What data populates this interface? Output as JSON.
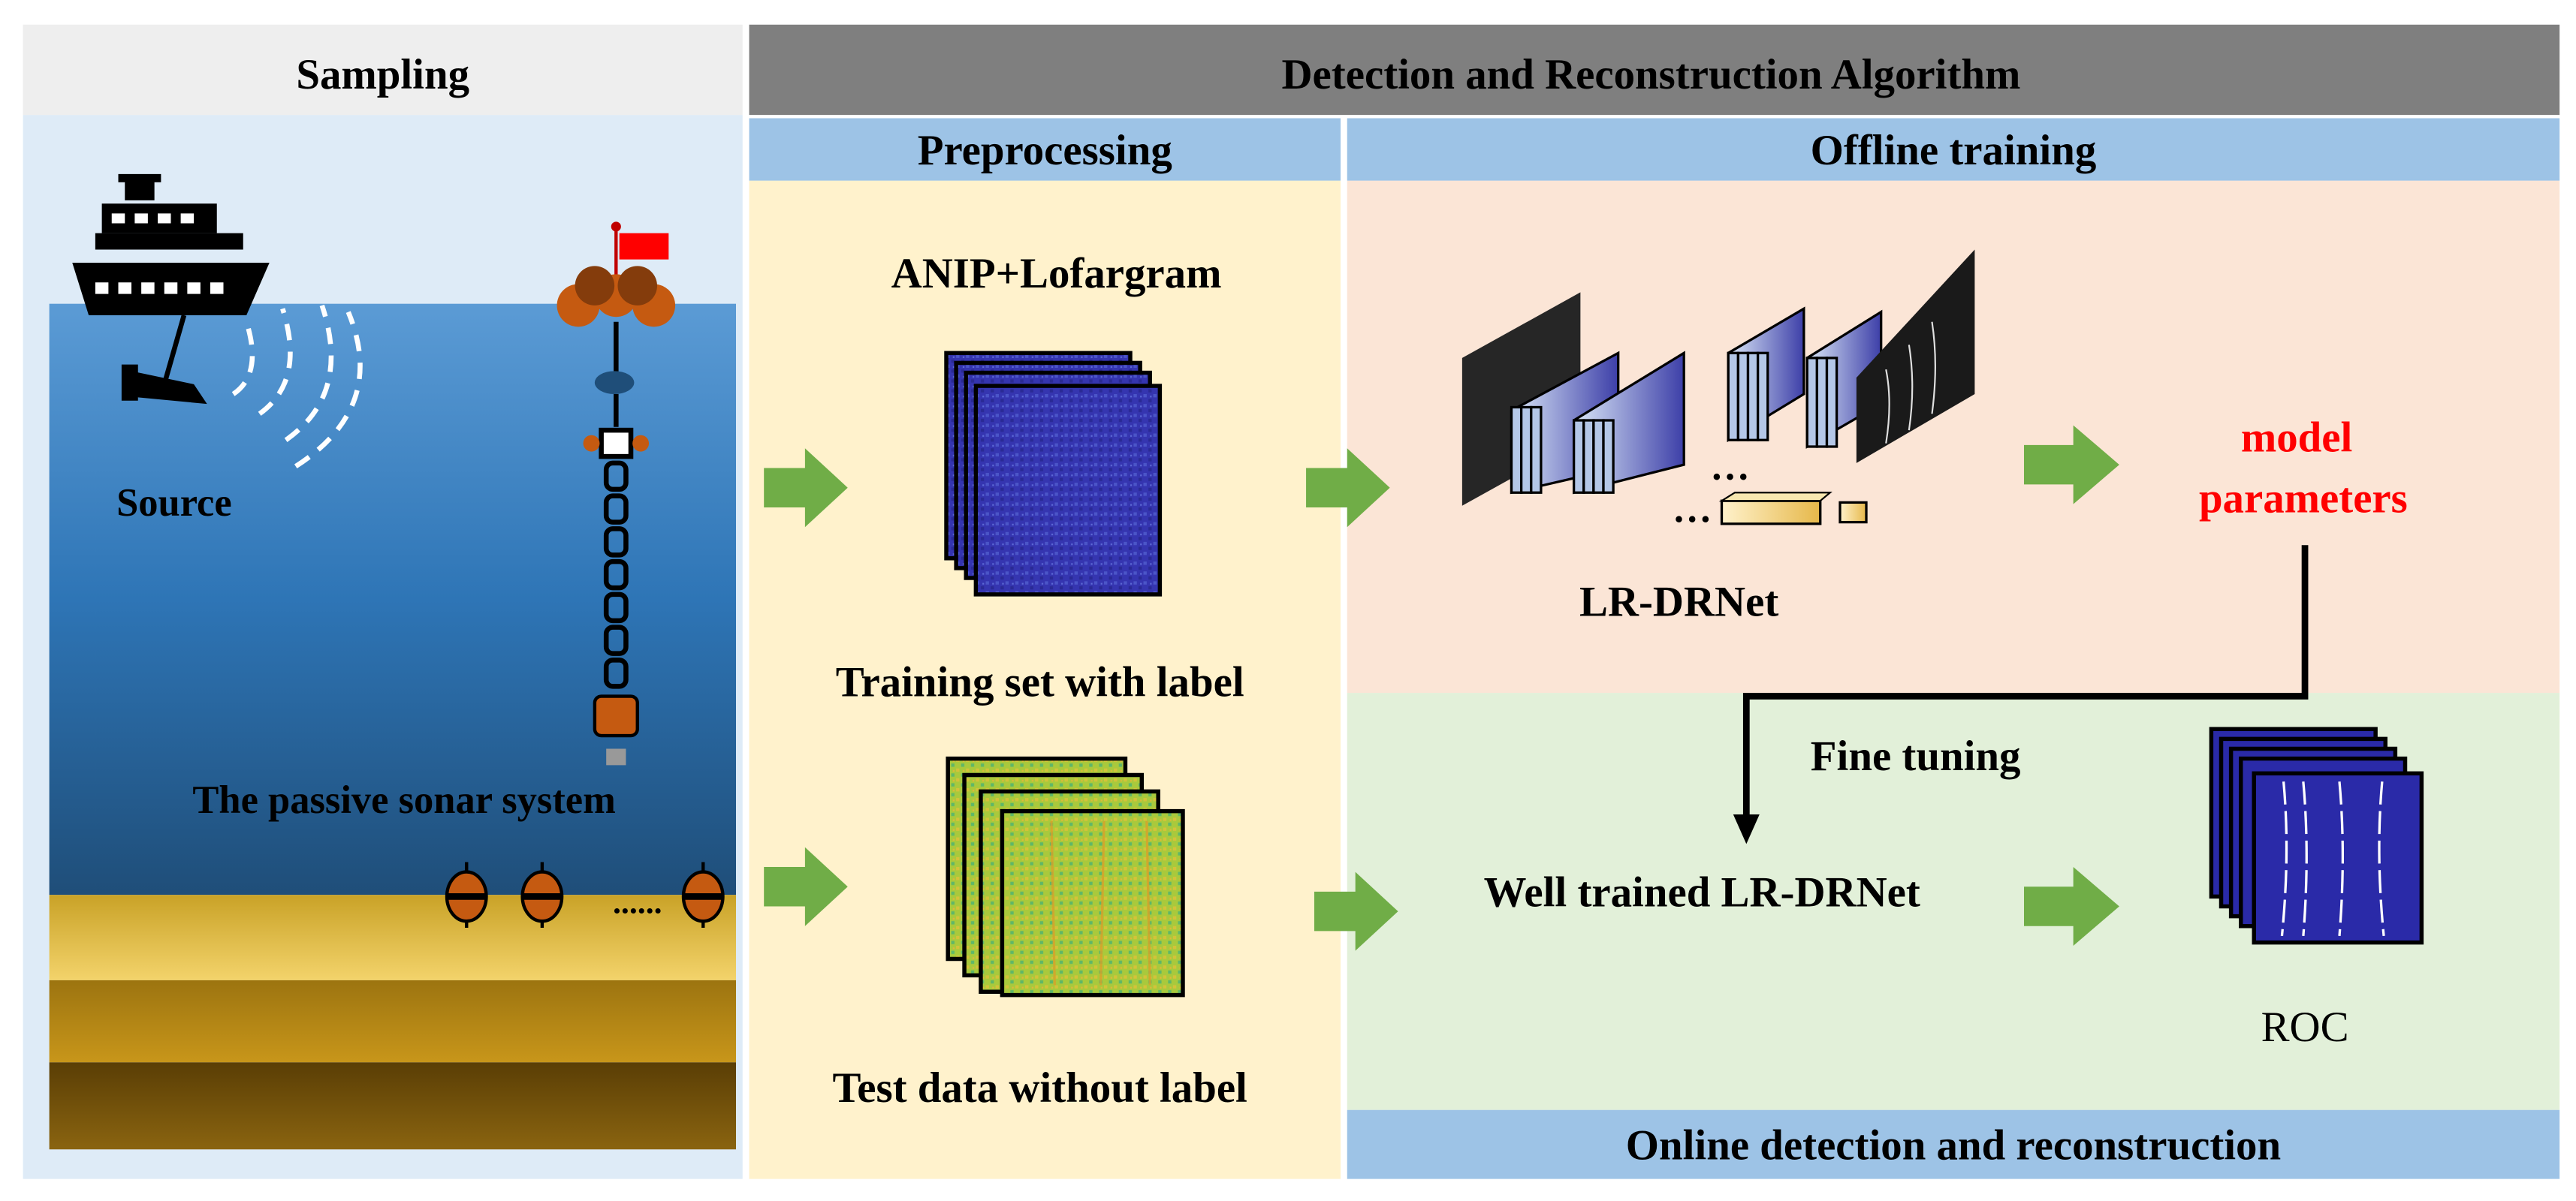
{
  "headers": {
    "sampling": "Sampling",
    "algorithm": "Detection and Reconstruction Algorithm",
    "preprocessing": "Preprocessing",
    "offline": "Offline training",
    "online": "Online detection and reconstruction"
  },
  "sampling": {
    "source": "Source",
    "system": "The passive sonar system",
    "dots": "......"
  },
  "preprocessing": {
    "features": "ANIP+Lofargram",
    "train": "Training set with label",
    "test": "Test data without label"
  },
  "offline": {
    "net": "LR-DRNet",
    "model_line1": "model",
    "model_line2": "parameters",
    "ellipsis": "..."
  },
  "online": {
    "fine": "Fine tuning",
    "trained": "Well trained LR-DRNet",
    "roc": "ROC"
  },
  "colors": {
    "header_dark": "#7f7f7f",
    "header_light": "#eeeeee",
    "header_blue": "#9dc3e6",
    "sampling_bg": "#deebf7",
    "preprocessing_bg": "#fff2cc",
    "offline_bg": "#fbe5d6",
    "online_bg": "#e2f0d9",
    "arrow_green": "#70ad47",
    "model_red": "#ff0000",
    "spectrogram_blue": "#2a2aa8"
  }
}
